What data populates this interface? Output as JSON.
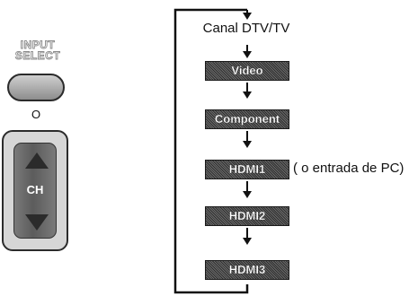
{
  "remote": {
    "input_select_line1": "INPUT",
    "input_select_line2": "SELECT",
    "or_label": "O",
    "ch_label": "CH"
  },
  "flow": {
    "start_label": "Canal DTV/TV",
    "nodes": [
      "Video",
      "Component",
      "HDMI1",
      "HDMI2",
      "HDMI3"
    ],
    "hdmi1_note": "( o entrada de PC)"
  },
  "colors": {
    "node_fill": "#3a3a3a",
    "line": "#111111",
    "button_fill": "#b0b0b0"
  }
}
